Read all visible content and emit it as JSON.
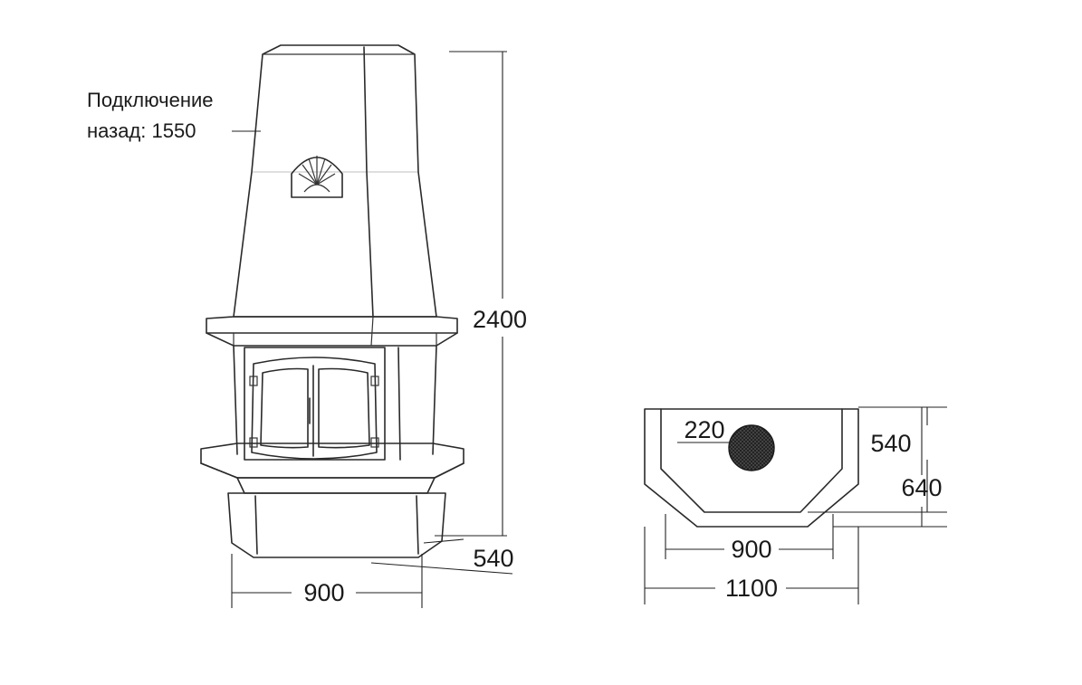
{
  "connection_note": {
    "line1": "Подключение",
    "line2": "назад: 1550"
  },
  "front_view": {
    "height": "2400",
    "depth": "540",
    "width": "900"
  },
  "plan_view": {
    "flue_diameter": "220",
    "inner_depth": "540",
    "outer_depth": "640",
    "inner_width": "900",
    "outer_width": "1100"
  }
}
